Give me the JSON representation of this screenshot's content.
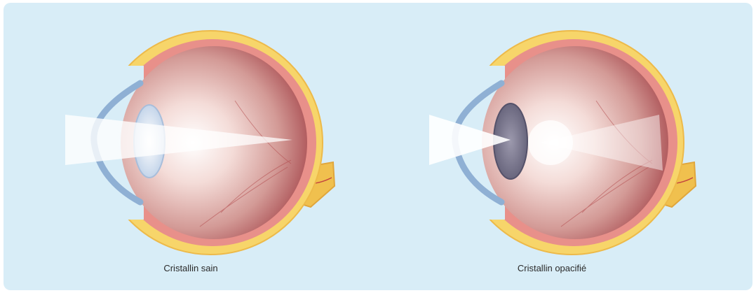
{
  "panel": {
    "background": "#d8edf7"
  },
  "colors": {
    "sclera": "#f7d56a",
    "choroid": "#e8908a",
    "vitreous_center": "#ffffff",
    "vitreous_edge": "#b85b5e",
    "cornea": "#8fb0d4",
    "lens_healthy": "#dce8f7",
    "lens_cataract": "#7a7891",
    "light_beam": "#ffffff"
  },
  "figures": [
    {
      "caption": "Cristallin sain",
      "lens": "clear"
    },
    {
      "caption": "Cristallin opacifié",
      "lens": "opacified"
    }
  ]
}
